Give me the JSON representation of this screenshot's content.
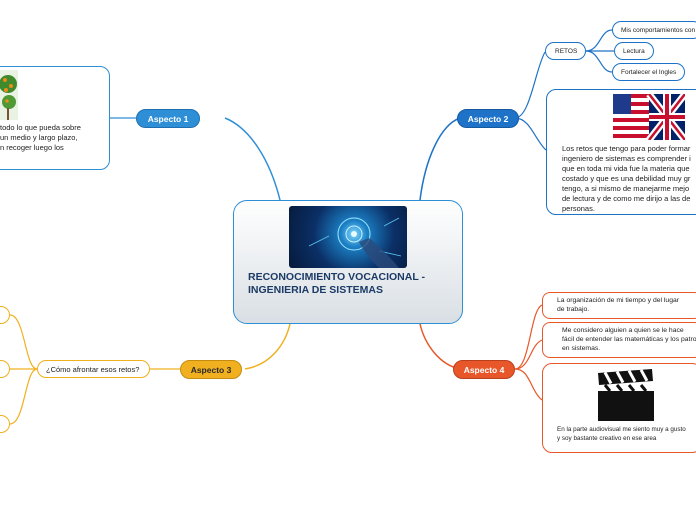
{
  "center": {
    "title": "RECONOCIMIENTO VOCACIONAL - INGENIERIA DE SISTEMAS"
  },
  "aspecto1": {
    "label": "Aspecto 1",
    "text_lines": [
      "todo lo que pueda sobre",
      "un medio y largo plazo,",
      "n recoger luego los"
    ]
  },
  "aspecto2": {
    "label": "Aspecto 2",
    "retos_label": "RETOS",
    "retos_items": [
      "Mis comportamientos con",
      "Lectura",
      "Fortalecer el Ingles"
    ],
    "text_lines": [
      "Los retos que tengo para poder formar",
      "ingeniero de sistemas es comprender i",
      "que en toda mi vida fue la materia que",
      "costado y que es una debilidad muy gr",
      "tengo, a si mismo de manejarme mejo",
      "de lectura y de como me dirijo a las de",
      "personas."
    ]
  },
  "aspecto3": {
    "label": "Aspecto 3",
    "subtopic": "¿Cómo afrontar esos retos?"
  },
  "aspecto4": {
    "label": "Aspecto 4",
    "items": [
      [
        "La organización de mi tiempo y del lugar",
        "de trabajo."
      ],
      [
        "Me considero alguien a quien se le hace",
        "fácil de entender las matemáticas y los patron",
        "en sistemas."
      ]
    ],
    "media_lines": [
      "En la parte audiovisual me siento muy a gusto",
      "y soy bastante creativo en ese area"
    ]
  },
  "colors": {
    "aspecto1": "#2f8fd6",
    "aspecto2": "#1e73c8",
    "aspecto3": "#f0b020",
    "aspecto4": "#e8572a",
    "center_border": "#2f8fd6"
  }
}
